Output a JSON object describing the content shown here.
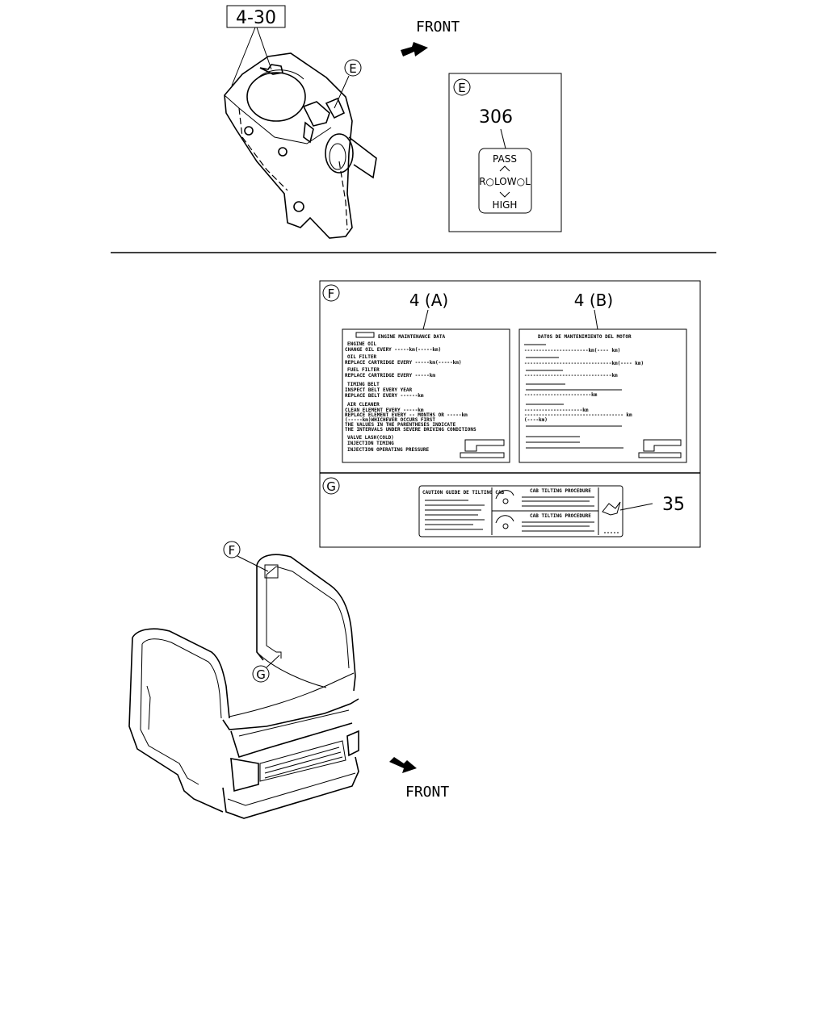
{
  "callouts": {
    "ref_4_30": "4-30",
    "ref_306": "306",
    "ref_4a": "4 (A)",
    "ref_4b": "4 (B)",
    "ref_35": "35",
    "circle_e": "E",
    "circle_f": "F",
    "circle_g": "G"
  },
  "directions": {
    "front_top": "FRONT",
    "front_bottom": "FRONT"
  },
  "switch_label": {
    "pass": "PASS",
    "middle": "R○LOW○L",
    "high": "HIGH"
  },
  "maintenance_label_a": {
    "title": "ENGINE MAINTENANCE DATA",
    "lines": [
      "ENGINE OIL",
      "CHANGE OIL EVERY -----km(-----km)",
      "OIL FILTER",
      "REPLACE CARTRIDGE EVERY -----km(-----km)",
      "FUEL FILTER",
      "REPLACE CARTRIDGE EVERY -----km",
      "TIMING BELT",
      "INSPECT BELT EVERY YEAR",
      "REPLACE BELT EVERY ------km",
      "AIR CLEANER",
      "CLEAN ELEMENT EVERY -----km",
      "REPLACE ELEMENT EVERY -- MONTHS OR -----km",
      "(-----km)WHICHEVER OCCURS FIRST",
      "THE VALUES IN THE PARENTHESES INDICATE",
      "THE INTERVALS UNDER SEVERE DRIVING CONDITIONS",
      "VALVE LASH(COLD)",
      "INJECTION TIMING",
      "INJECTION OPERATING PRESSURE"
    ]
  },
  "maintenance_label_b": {
    "title": "DATOS DE MANTENIMIENTO DEL MOTOR",
    "lines": [
      "----------------------km(---- km)",
      "------------------------------km(---- km)",
      "------------------------------km",
      "-----------------------km",
      "--------------------km",
      "---------------------------------- km",
      "(----km)"
    ]
  },
  "tilt_label": {
    "left_title": "CAUTION GUIDE DE TILTING CAB",
    "right_title_1": "CAB TILTING PROCEDURE",
    "right_title_2": "CAB TILTING PROCEDURE"
  }
}
